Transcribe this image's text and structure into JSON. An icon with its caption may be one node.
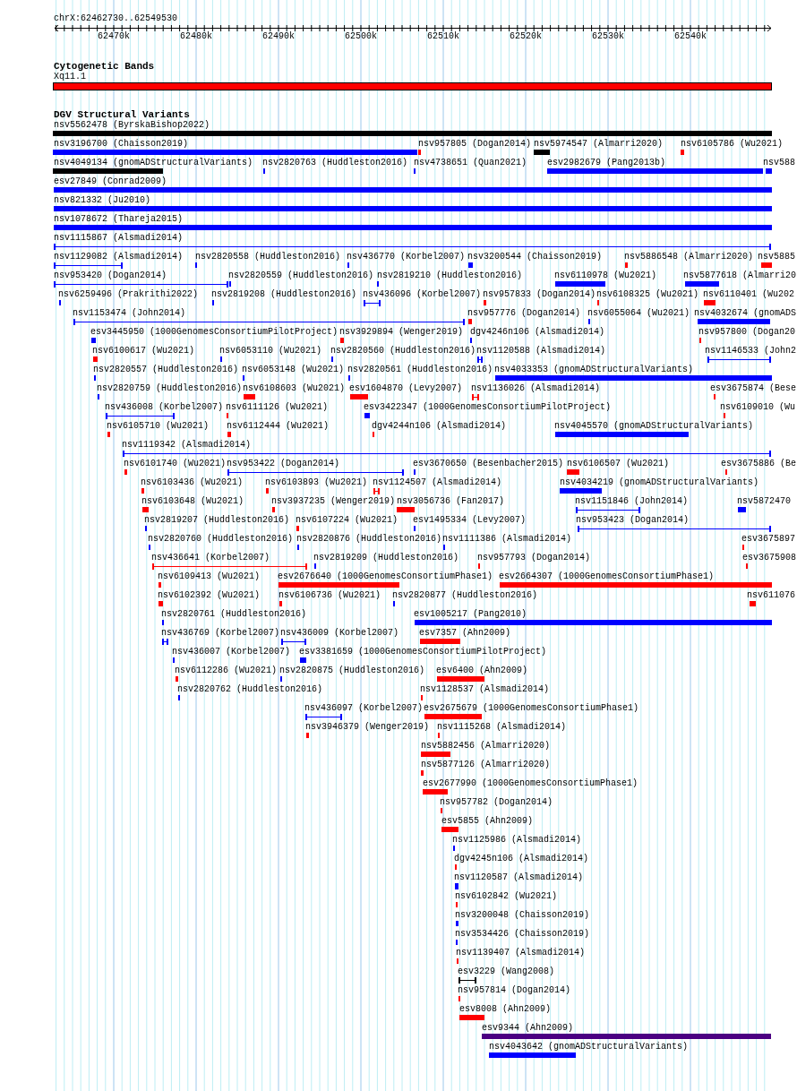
{
  "diagram": {
    "labels": [
      "chrX:62462730..62549530",
      "62470k",
      "62480k",
      "62490k",
      "62500k",
      "62510k",
      "62520k",
      "62530k",
      "62540k",
      "Cytogenetic Bands",
      "Xq11.1",
      "DGV Structural Variants",
      "nsv5562478 (ByrskaBishop2022)",
      "nsv3196700 (Chaisson2019)",
      "nsv957805 (Dogan2014)",
      "nsv5974547 (Almarri2020)",
      "nsv6105786 (Wu2021)",
      "nsv4049134 (gnomADStructuralVariants)",
      "nsv2820763 (Huddleston2016)",
      "nsv4738651 (Quan2021)",
      "esv2982679 (Pang2013b)",
      "nsv588",
      "esv27849 (Conrad2009)",
      "nsv821332 (Ju2010)",
      "nsv1078672 (Thareja2015)",
      "nsv1115867 (Alsmadi2014)",
      "nsv1129082 (Alsmadi2014)",
      "nsv2820558 (Huddleston2016)",
      "nsv436770 (Korbel2007)",
      "nsv3200544 (Chaisson2019)",
      "nsv5886548 (Almarri2020)",
      "nsv5885",
      "nsv953420 (Dogan2014)",
      "nsv2820559 (Huddleston2016)",
      "nsv2819210 (Huddleston2016)",
      "nsv6110978 (Wu2021)",
      "nsv5877618 (Almarri20",
      "nsv6259496 (Prakrithi2022)",
      "nsv2819208 (Huddleston2016)",
      "nsv436096 (Korbel2007)",
      "nsv957833 (Dogan2014)",
      "nsv6108325 (Wu2021)",
      "nsv6110401 (Wu202",
      "nsv1153474 (John2014)",
      "nsv957776 (Dogan2014)",
      "nsv6055064 (Wu2021)",
      "nsv4032674 (gnomADS",
      "esv3445950 (1000GenomesConsortiumPilotProject)",
      "nsv3929894 (Wenger2019)",
      "dgv4246n106 (Alsmadi2014)",
      "nsv957800 (Dogan20",
      "nsv6100617 (Wu2021)",
      "nsv6053110 (Wu2021)",
      "nsv2820560 (Huddleston2016)",
      "nsv1120588 (Alsmadi2014)",
      "nsv1146533 (John2",
      "nsv2820557 (Huddleston2016)",
      "nsv6053148 (Wu2021)",
      "nsv2820561 (Huddleston2016)",
      "nsv4033353 (gnomADStructuralVariants)",
      "nsv2820759 (Huddleston2016)",
      "nsv6108603 (Wu2021)",
      "esv1604870 (Levy2007)",
      "nsv1136026 (Alsmadi2014)",
      "esv3675874 (Bese",
      "nsv436008 (Korbel2007)",
      "nsv6111126 (Wu2021)",
      "esv3422347 (1000GenomesConsortiumPilotProject)",
      "nsv6109010 (Wu",
      "nsv6105710 (Wu2021)",
      "nsv6112444 (Wu2021)",
      "dgv4244n106 (Alsmadi2014)",
      "nsv4045570 (gnomADStructuralVariants)",
      "nsv1119342 (Alsmadi2014)",
      "nsv6101740 (Wu2021)",
      "nsv953422 (Dogan2014)",
      "esv3670650 (Besenbacher2015)",
      "nsv6106507 (Wu2021)",
      "esv3675886 (Be",
      "nsv6103436 (Wu2021)",
      "nsv6103893 (Wu2021)",
      "nsv1124507 (Alsmadi2014)",
      "nsv4034219 (gnomADStructuralVariants)",
      "nsv6103648 (Wu2021)",
      "nsv3937235 (Wenger2019)",
      "nsv3056736 (Fan2017)",
      "nsv1151846 (John2014)",
      "nsv5872470",
      "nsv2819207 (Huddleston2016)",
      "nsv6107224 (Wu2021)",
      "esv1495334 (Levy2007)",
      "nsv953423 (Dogan2014)",
      "nsv2820760 (Huddleston2016)",
      "nsv2820876 (Huddleston2016)",
      "nsv1111386 (Alsmadi2014)",
      "esv3675897",
      "nsv436641 (Korbel2007)",
      "nsv2819209 (Huddleston2016)",
      "nsv957793 (Dogan2014)",
      "esv3675908",
      "nsv6109413 (Wu2021)",
      "esv2676640 (1000GenomesConsortiumPhase1)",
      "esv2664307 (1000GenomesConsortiumPhase1)",
      "nsv6102392 (Wu2021)",
      "nsv6106736 (Wu2021)",
      "nsv2820877 (Huddleston2016)",
      "nsv611076",
      "nsv2820761 (Huddleston2016)",
      "esv1005217 (Pang2010)",
      "nsv436769 (Korbel2007)",
      "nsv436009 (Korbel2007)",
      "esv7357 (Ahn2009)",
      "nsv436007 (Korbel2007)",
      "esv3381659 (1000GenomesConsortiumPilotProject)",
      "nsv6112286 (Wu2021)",
      "nsv2820875 (Huddleston2016)",
      "esv6400 (Ahn2009)",
      "nsv2820762 (Huddleston2016)",
      "nsv1128537 (Alsmadi2014)",
      "nsv436097 (Korbel2007)",
      "esv2675679 (1000GenomesConsortiumPhase1)",
      "nsv3946379 (Wenger2019)",
      "nsv1115268 (Alsmadi2014)",
      "nsv5882456 (Almarri2020)",
      "nsv5877126 (Almarri2020)",
      "esv2677990 (1000GenomesConsortiumPhase1)",
      "nsv957782 (Dogan2014)",
      "esv5855 (Ahn2009)",
      "nsv1125986 (Alsmadi2014)",
      "dgv4245n106 (Alsmadi2014)",
      "nsv1120587 (Alsmadi2014)",
      "nsv6102842 (Wu2021)",
      "nsv3200048 (Chaisson2019)",
      "nsv3534426 (Chaisson2019)",
      "nsv1139407 (Alsmadi2014)",
      "esv3229 (Wang2008)",
      "nsv957814 (Dogan2014)",
      "esv8008 (Ahn2009)",
      "esv9344 (Ahn2009)",
      "nsv4043642 (gnomADStructuralVariants)"
    ]
  }
}
